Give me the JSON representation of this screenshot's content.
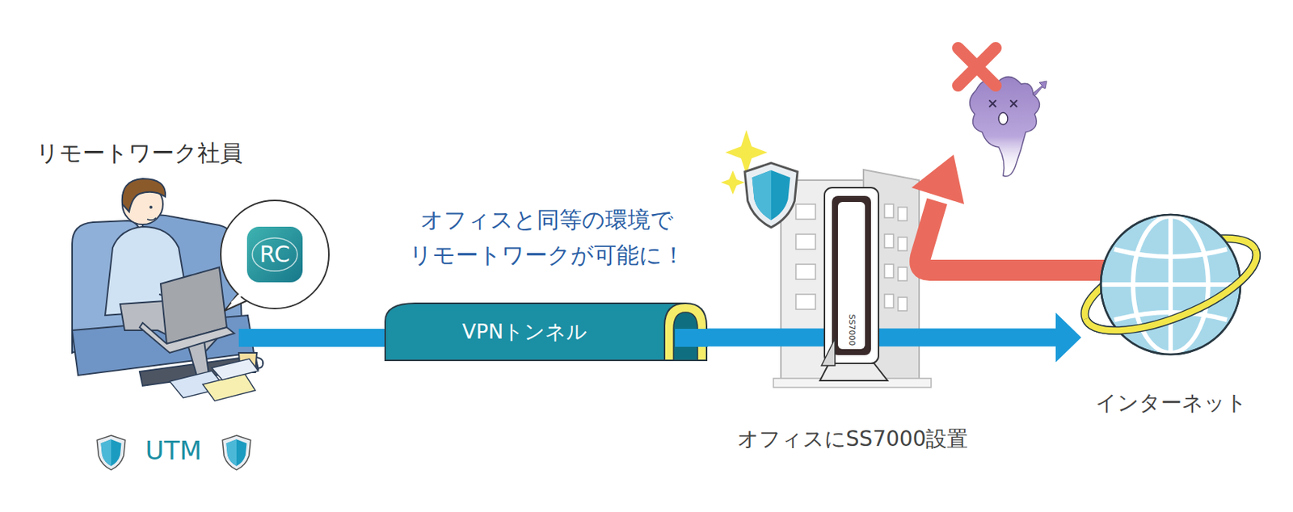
{
  "diagram": {
    "nodes": [
      {
        "text": [
          "RC"
        ]
      },
      {
        "text": [
          "VPNトンネル"
        ]
      },
      {
        "text": [
          "オフィスにSS7000設置"
        ]
      },
      {
        "text": [
          "インターネット"
        ]
      }
    ],
    "edges": [
      {
        "from": 1,
        "to": 3,
        "arrow": "to"
      }
    ],
    "labels": [
      "リモートワーク社員",
      "オフィスと同等の環境で リモートワークが可能に！",
      "UTM",
      "SS7000"
    ]
  }
}
